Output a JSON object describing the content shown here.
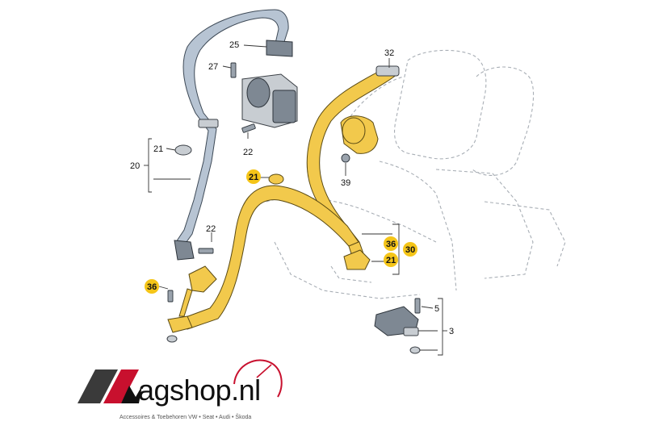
{
  "diagram": {
    "callouts": {
      "c25": "25",
      "c27": "27",
      "c21a": "21",
      "c20": "20",
      "c22a": "22",
      "c22b": "22",
      "c21b": "21",
      "c32": "32",
      "c39": "39",
      "c36a": "36",
      "c30": "30",
      "c21c": "21",
      "c36b": "36",
      "c5": "5",
      "c3": "3"
    },
    "colors": {
      "highlight": "#f5c518",
      "belt_blue": "#b7c4d3",
      "belt_yellow": "#f2c94c"
    }
  },
  "brand": {
    "name": "agshop.nl",
    "tagline": "Accessoires & Toebehoren VW • Seat • Audi • Škoda",
    "colors": {
      "red": "#c8102e",
      "dark": "#111111"
    }
  }
}
